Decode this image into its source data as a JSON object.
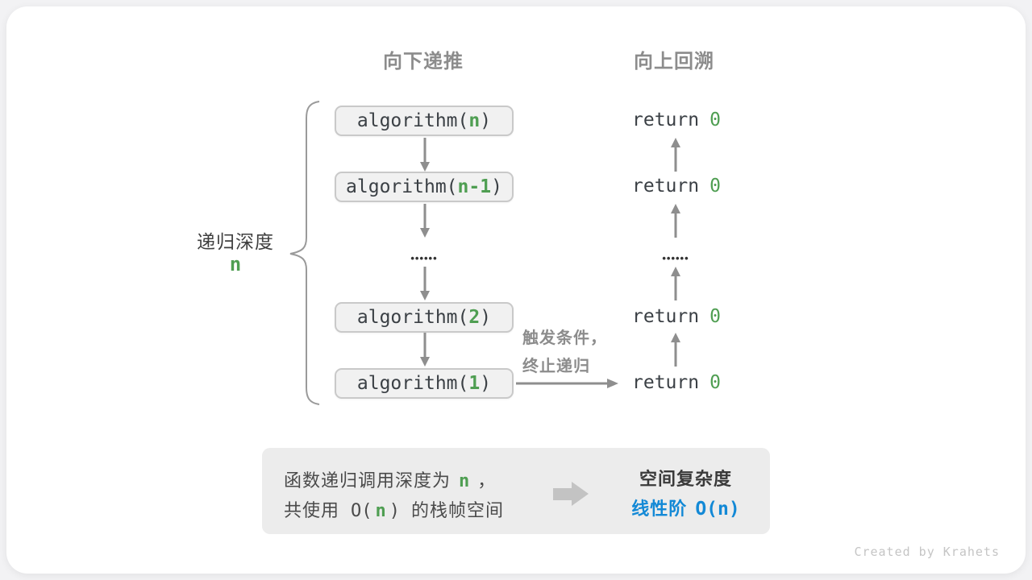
{
  "colors": {
    "accent_green": "#4f9e52",
    "accent_blue": "#1389d6",
    "muted_gray": "#8c8c8c",
    "box_fill": "#f1f1f1",
    "box_border": "#c9c9c9",
    "summary_bg": "#ececec"
  },
  "headers": {
    "recurse": "向下递推",
    "backtrack": "向上回溯"
  },
  "depth_label": {
    "text": "递归深度",
    "value": "n"
  },
  "call_stack": [
    {
      "prefix": "algorithm(",
      "arg": "n",
      "suffix": ")"
    },
    {
      "prefix": "algorithm(",
      "arg": "n-1",
      "suffix": ")"
    },
    {
      "prefix": "algorithm(",
      "arg": "2",
      "suffix": ")"
    },
    {
      "prefix": "algorithm(",
      "arg": "1",
      "suffix": ")"
    }
  ],
  "returns": [
    {
      "keyword": "return",
      "value": "0"
    },
    {
      "keyword": "return",
      "value": "0"
    },
    {
      "keyword": "return",
      "value": "0"
    },
    {
      "keyword": "return",
      "value": "0"
    }
  ],
  "ellipsis": {
    "left": "••••••",
    "right": "••••••"
  },
  "trigger_note": {
    "line1": "触发条件，",
    "line2": "终止递归"
  },
  "summary": {
    "line1_pre": "函数递归调用深度为",
    "line1_var": "n",
    "line1_post": "，",
    "line2_pre": "共使用",
    "line2_open": "O(",
    "line2_var": "n",
    "line2_close": ")",
    "line2_post": "的栈帧空间",
    "result_title": "空间复杂度",
    "result_label": "线性阶",
    "result_value": "O(n)"
  },
  "watermark": "Created by Krahets"
}
